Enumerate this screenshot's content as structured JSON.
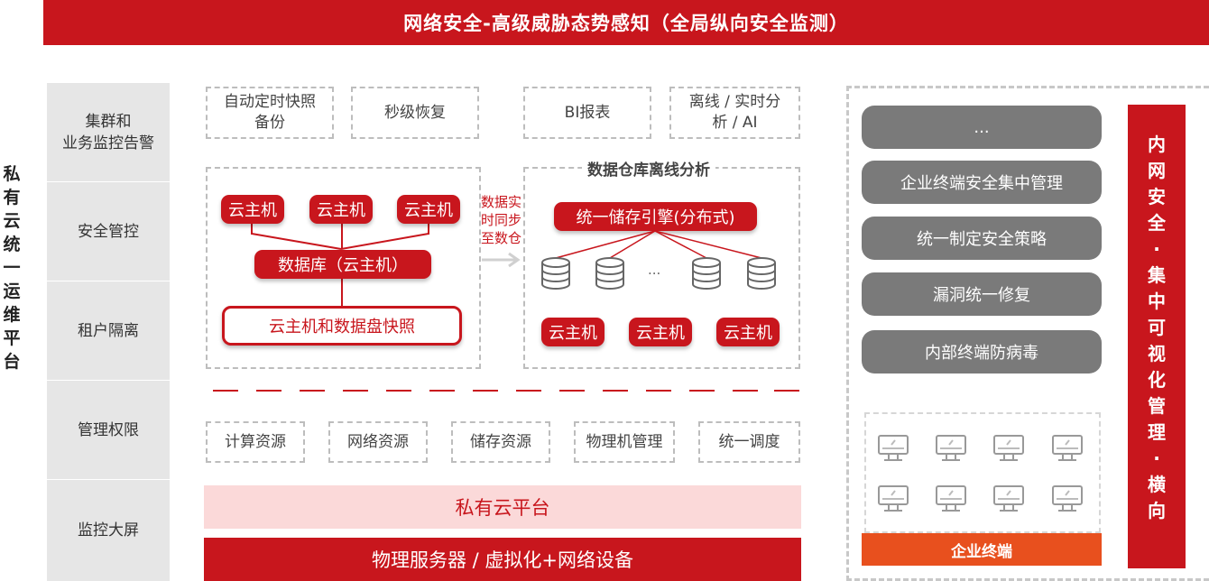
{
  "header": {
    "title": "网络安全-高级威胁态势感知（全局纵向安全监测）"
  },
  "left_vertical_label": "私有云统一运维平台",
  "sidebar": {
    "items": [
      {
        "label": "集群和\n业务监控告警"
      },
      {
        "label": "安全管控"
      },
      {
        "label": "租户隔离"
      },
      {
        "label": "管理权限"
      },
      {
        "label": "监控大屏"
      }
    ]
  },
  "top_boxes": {
    "snapshot_backup": "自动定时快照\n备份",
    "fast_recovery": "秒级恢复",
    "bi_report": "BI报表",
    "offline_realtime": "离线 / 实时分\n析 / AI"
  },
  "cloud_cluster": {
    "vm_label": "云主机",
    "database": "数据库（云主机）",
    "snapshot": "云主机和数据盘快照"
  },
  "sync_text": "数据实时同步至数仓",
  "warehouse": {
    "title": "数据仓库离线分析",
    "engine": "统一储存引擎(分布式)",
    "ellipsis": "...",
    "vm_label": "云主机"
  },
  "resources": {
    "items": [
      "计算资源",
      "网络资源",
      "储存资源",
      "物理机管理",
      "统一调度"
    ]
  },
  "platform_bars": {
    "private_cloud": "私有云平台",
    "physical": "物理服务器 / 虚拟化+网络设备"
  },
  "right_panel": {
    "items": [
      "...",
      "企业终端安全集中管理",
      "统一制定安全策略",
      "漏洞统一修复",
      "内部终端防病毒"
    ],
    "terminal_label": "企业终端",
    "vertical_text": "内网安全·集中可视化管理·横向"
  },
  "colors": {
    "brand_red": "#c8161d",
    "light_pink": "#fbd9d9",
    "orange": "#e8501e",
    "grey": "#7a7a7a"
  }
}
